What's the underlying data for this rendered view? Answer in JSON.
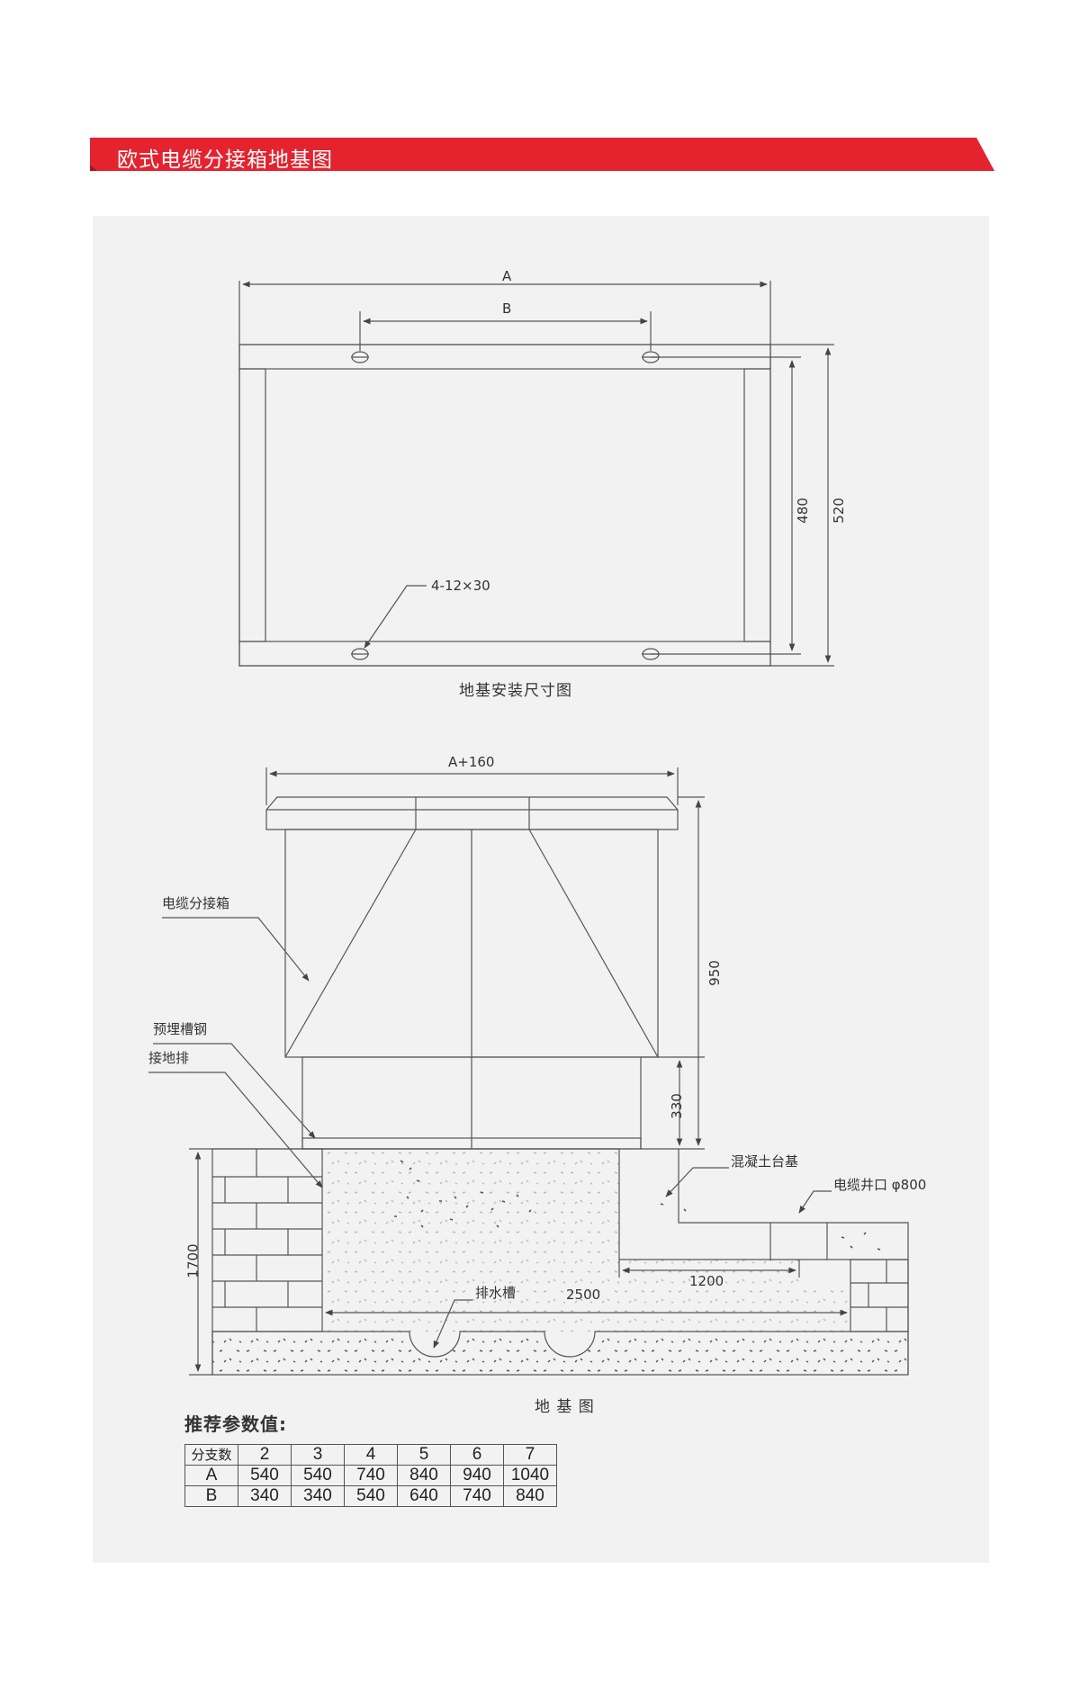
{
  "header": {
    "title": "欧式电缆分接箱地基图",
    "accent_color": "#e4232f"
  },
  "plan_view": {
    "label_a": "A",
    "label_b": "B",
    "dim_480": "480",
    "dim_520": "520",
    "hole_spec": "4-12×30",
    "caption": "地基安装尺寸图"
  },
  "section_view": {
    "label_top": "A+160",
    "dim_950": "950",
    "dim_330": "330",
    "dim_1700": "1700",
    "dim_2500": "2500",
    "dim_1200": "1200",
    "callout_box": "电缆分接箱",
    "callout_channel": "预埋槽钢",
    "callout_ground": "接地排",
    "callout_concrete": "混凝土台基",
    "callout_well": "电缆井口 φ800",
    "callout_drain": "排水槽",
    "caption": "地 基 图"
  },
  "params": {
    "title": "推荐参数值:",
    "header": [
      "分支数",
      "2",
      "3",
      "4",
      "5",
      "6",
      "7"
    ],
    "rows": [
      [
        "A",
        "540",
        "540",
        "740",
        "840",
        "940",
        "1040"
      ],
      [
        "B",
        "340",
        "340",
        "540",
        "640",
        "740",
        "840"
      ]
    ]
  }
}
